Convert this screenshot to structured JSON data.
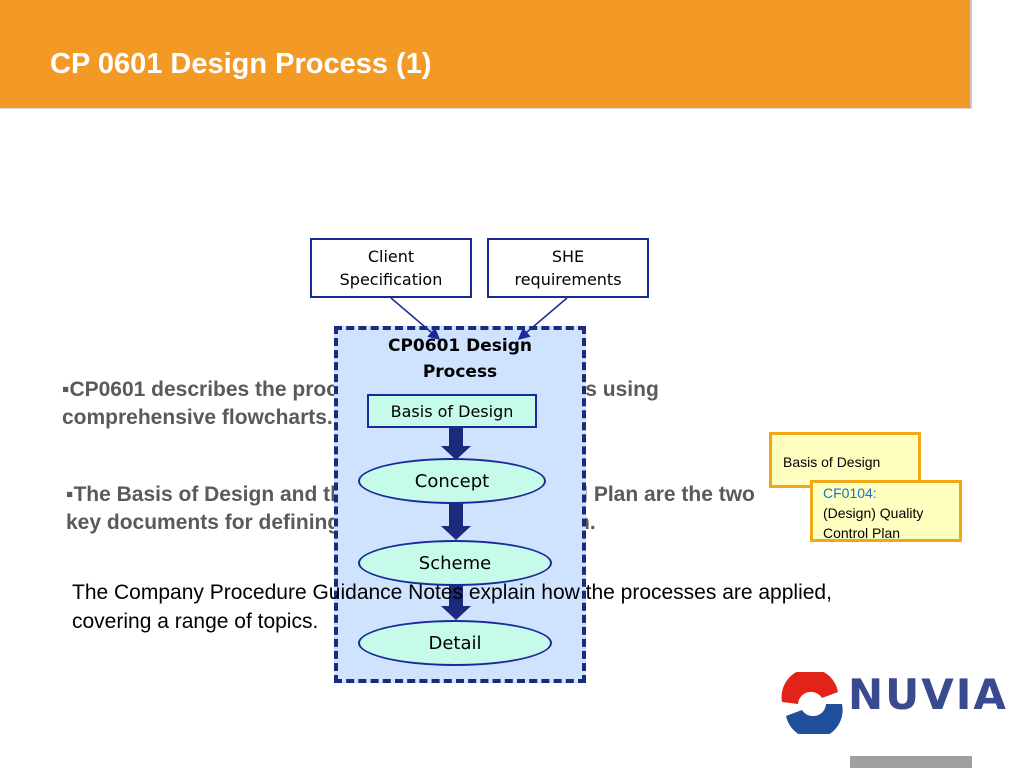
{
  "header": {
    "title": "CP 0601 Design Process (1)"
  },
  "diagram": {
    "inputs": {
      "client": "Client\nSpecification",
      "she": "SHE\nrequirements"
    },
    "process_title": "CP0601 Design\nProcess",
    "steps": {
      "basis": "Basis of Design",
      "concept": "Concept",
      "scheme": "Scheme",
      "detail": "Detail"
    },
    "notes": {
      "basis_doc": "Basis of Design",
      "quality_code": "CF0104:",
      "quality_doc": "(Design) Quality\nControl Plan"
    },
    "colors": {
      "frame_border": "#1b2a7a",
      "frame_fill": "#cfe3ff",
      "step_fill": "#c6fbe9",
      "arrow": "#1b2a7a",
      "note_fill": "#ffffc0",
      "note_border": "#f0a818",
      "quality_code": "#1f6fd0"
    }
  },
  "content": {
    "bullet1": "▪CP0601 describes the processes, inputs and outputs using comprehensive flowcharts.",
    "bullet2": "▪The Basis of Design and the Design Quality Control Plan are the two key documents for defining and planning the Design.",
    "paragraph": "The Company Procedure Guidance Notes explain how the processes are applied, covering a range of topics."
  },
  "logo": {
    "text": "NUVIA",
    "colors": {
      "red": "#e2231a",
      "blue": "#1f4e9c",
      "text": "#3a4a8e"
    }
  },
  "theme": {
    "header_color": "#f39a26"
  }
}
